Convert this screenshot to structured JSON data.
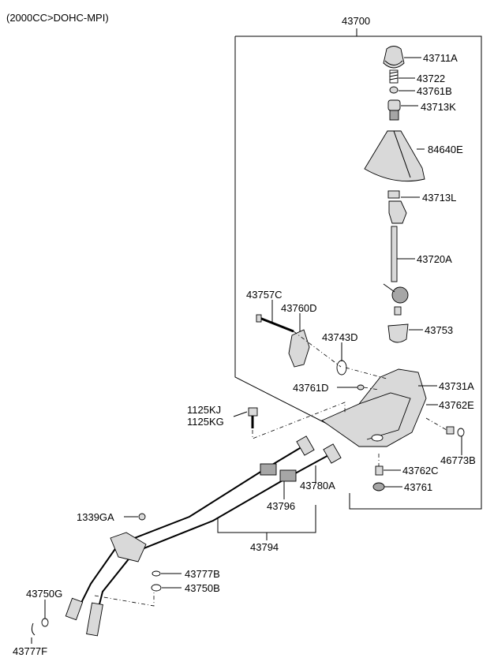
{
  "header": {
    "engine_note": "(2000CC>DOHC-MPI)"
  },
  "assembly": {
    "number": "43700"
  },
  "parts": {
    "p43711A": "43711A",
    "p43722": "43722",
    "p43761B": "43761B",
    "p43713K": "43713K",
    "p84640E": "84640E",
    "p43713L": "43713L",
    "p43720A": "43720A",
    "p43757C": "43757C",
    "p43760D": "43760D",
    "p43743D": "43743D",
    "p43753": "43753",
    "p43761D": "43761D",
    "p43731A": "43731A",
    "p43762E": "43762E",
    "p1125KJ": "1125KJ",
    "p1125KG": "1125KG",
    "p46773B": "46773B",
    "p43762C": "43762C",
    "p43761": "43761",
    "p43780A": "43780A",
    "p43796": "43796",
    "p1339GA": "1339GA",
    "p43794": "43794",
    "p43777B": "43777B",
    "p43750G": "43750G",
    "p43750B": "43750B",
    "p43777F": "43777F"
  },
  "colors": {
    "line": "#000000",
    "part_fill": "#d9d9d9",
    "part_dark": "#a6a6a6",
    "background": "#ffffff"
  }
}
